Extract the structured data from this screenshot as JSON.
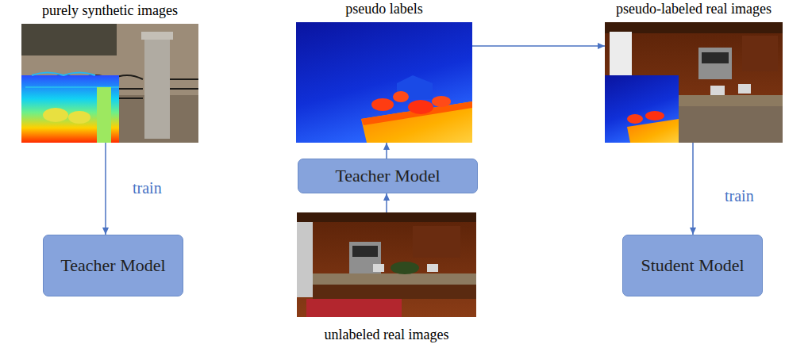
{
  "diagram": {
    "nodes": [
      {
        "text": [
          "purely synthetic images"
        ]
      },
      {
        "text": [
          "pseudo labels"
        ]
      },
      {
        "text": [
          "pseudo-labeled real images"
        ]
      },
      {
        "text": [
          "Teacher Model"
        ]
      },
      {
        "text": [
          "Teacher Model"
        ]
      },
      {
        "text": [
          "Student Model"
        ]
      },
      {
        "text": [
          "unlabeled real images"
        ]
      }
    ],
    "edges": [
      {
        "from": 0,
        "to": 3,
        "label": "train",
        "arrow": "to"
      },
      {
        "from": 6,
        "to": 4,
        "arrow": "to"
      },
      {
        "from": 4,
        "to": 1,
        "arrow": "to"
      },
      {
        "from": 1,
        "to": 2,
        "arrow": "to"
      },
      {
        "from": 2,
        "to": 5,
        "label": "train",
        "arrow": "to"
      }
    ]
  }
}
